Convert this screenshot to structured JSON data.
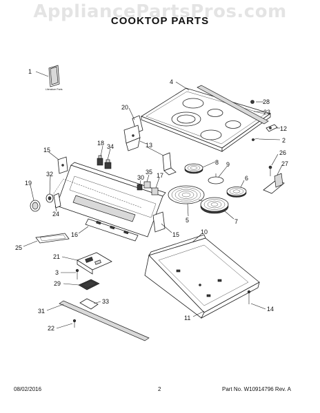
{
  "watermark": "AppliancePartsPros.com",
  "title": "COOKTOP PARTS",
  "literature_label": "Literature Parts",
  "callouts": {
    "c1": "1",
    "c2": "2",
    "c3": "3",
    "c4": "4",
    "c5": "5",
    "c6": "6",
    "c7": "7",
    "c8": "8",
    "c9": "9",
    "c10": "10",
    "c11": "11",
    "c12": "12",
    "c13": "13",
    "c14": "14",
    "c15a": "15",
    "c15b": "15",
    "c16": "16",
    "c17": "17",
    "c18": "18",
    "c19": "19",
    "c20": "20",
    "c21": "21",
    "c22": "22",
    "c23": "23",
    "c24": "24",
    "c25": "25",
    "c26": "26",
    "c27": "27",
    "c28": "28",
    "c29": "29",
    "c30": "30",
    "c31": "31",
    "c32": "32",
    "c33": "33",
    "c34": "34",
    "c35": "35"
  },
  "footer": {
    "date": "08/02/2016",
    "page": "2",
    "part": "Part No. W10914796  Rev. A"
  }
}
